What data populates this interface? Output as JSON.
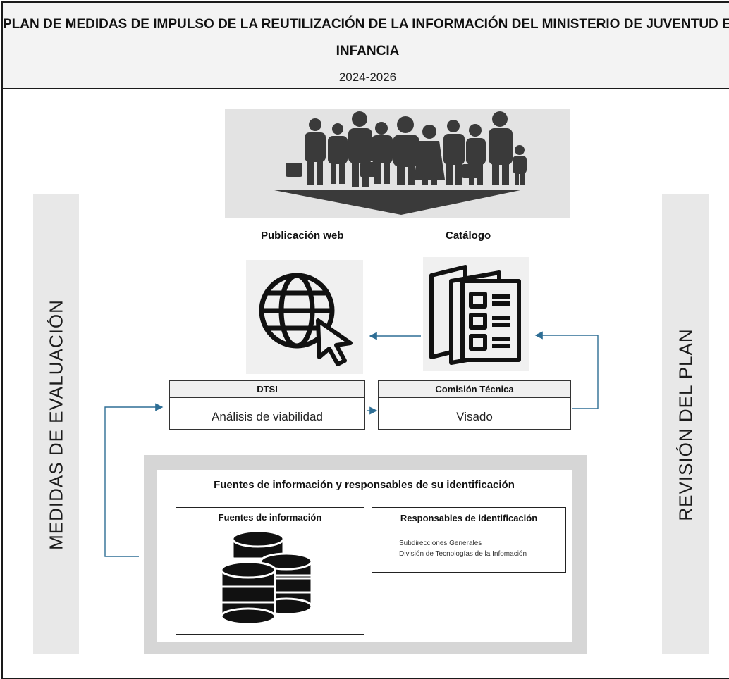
{
  "header": {
    "title_line1": "PLAN DE MEDIDAS DE IMPULSO DE LA REUTILIZACIÓN DE LA INFORMACIÓN DEL MINISTERIO DE JUVENTUD E",
    "title_line2": "INFANCIA",
    "years": "2024-2026"
  },
  "side": {
    "left_label": "MEDIDAS DE EVALUACIÓN",
    "right_label": "REVISIÓN DEL PLAN"
  },
  "top": {
    "web_caption": "Publicación web",
    "catalog_caption": "Catálogo"
  },
  "process": {
    "dtsi": {
      "title": "DTSI",
      "body": "Análisis de viabilidad"
    },
    "comision": {
      "title": "Comisión Técnica",
      "body": "Visado"
    }
  },
  "sources": {
    "title": "Fuentes de información y responsables de su identificación",
    "sources_heading": "Fuentes de información",
    "resp_heading": "Responsables de identificación",
    "resp_items": [
      "Subdirecciones Generales",
      "División de Tecnologías de la Infomación"
    ]
  },
  "colors": {
    "arrow": "#2e6e95",
    "panel": "#e8e8e8",
    "header_bg": "#f3f3f3"
  },
  "icons": [
    "people-group-icon",
    "globe-cursor-icon",
    "catalog-brochure-icon",
    "database-icon"
  ]
}
